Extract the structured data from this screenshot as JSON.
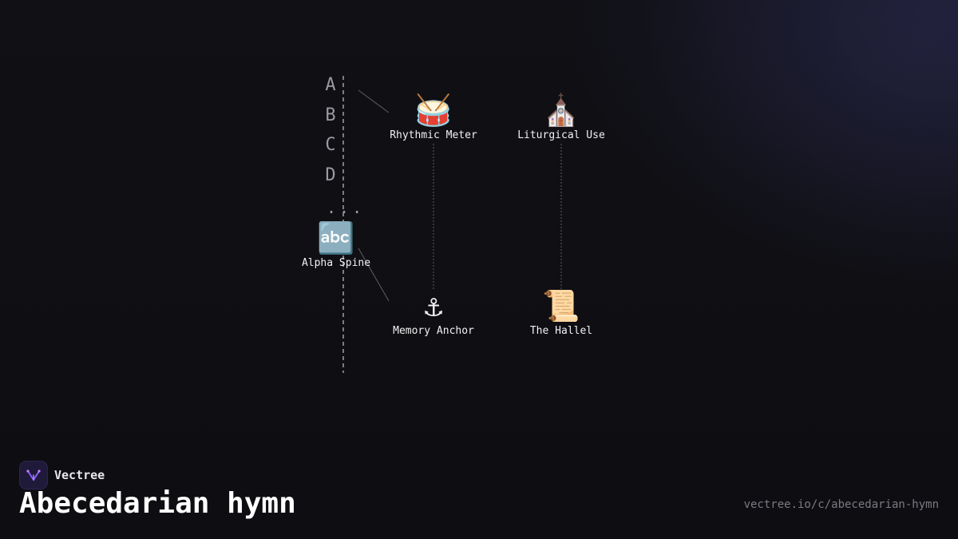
{
  "spine": {
    "letters": [
      "A",
      "B",
      "C",
      "D"
    ],
    "ellipsis": "..."
  },
  "nodes": {
    "alpha_spine": {
      "icon": "🔤",
      "icon_name": "abc-letters-icon",
      "label": "Alpha Spine"
    },
    "rhythmic_meter": {
      "icon": "🥁",
      "icon_name": "drum-icon",
      "label": "Rhythmic Meter"
    },
    "liturgical_use": {
      "icon": "⛪",
      "icon_name": "church-icon",
      "label": "Liturgical Use"
    },
    "memory_anchor": {
      "icon": "⚓",
      "icon_name": "anchor-icon",
      "label": "Memory Anchor"
    },
    "the_hallel": {
      "icon": "📜",
      "icon_name": "scroll-icon",
      "label": "The Hallel"
    }
  },
  "brand": {
    "name": "Vectree",
    "accent": "#8b5cf6"
  },
  "footer": {
    "title": "Abecedarian hymn",
    "url": "vectree.io/c/abecedarian-hymn"
  },
  "colors": {
    "background": "#101015",
    "text": "#f2f2f2",
    "muted": "#9a9aa2",
    "connector": "#6a6a72"
  }
}
